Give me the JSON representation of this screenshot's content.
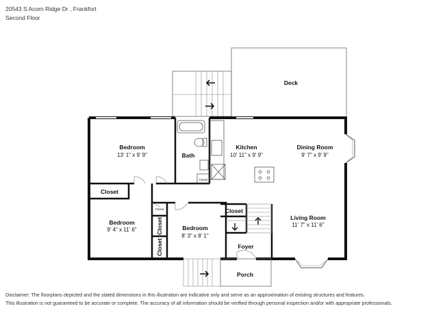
{
  "header": {
    "address": "20543 S Acorn Ridge Dr , Frankfort",
    "floor": "Second Floor"
  },
  "rooms": {
    "deck": {
      "name": "Deck"
    },
    "bedroom1": {
      "name": "Bedroom",
      "dims": "13' 1\" x 9' 9\""
    },
    "bath": {
      "name": "Bath"
    },
    "kitchen": {
      "name": "Kitchen",
      "dims": "10' 11\" x 9' 9\""
    },
    "dining": {
      "name": "Dining Room",
      "dims": "9' 7\" x 9' 9\""
    },
    "closet1": {
      "name": "Closet"
    },
    "closet_small1": {
      "name": "Closet"
    },
    "closet_small2": {
      "name": "Closet"
    },
    "closet_v1": {
      "name": "Closet"
    },
    "closet_v2": {
      "name": "Closet"
    },
    "closet_foyer": {
      "name": "Closet"
    },
    "bedroom2": {
      "name": "Bedroom",
      "dims": "9' 4\" x 11' 6\""
    },
    "bedroom3": {
      "name": "Bedroom",
      "dims": "8' 3\" x 8' 1\""
    },
    "living": {
      "name": "Living Room",
      "dims": "11' 7\" x 11' 6\""
    },
    "foyer": {
      "name": "Foyer"
    },
    "porch": {
      "name": "Porch"
    }
  },
  "disclaimer": {
    "line1": "Disclaimer: The floorplans depicted and the stated dimensions in this illustration are indicative only and serve as an approximation of existing structures and features.",
    "line2": "This illustration is not guaranteed to be accurate or complete. The accuracy of all information should be verified through personal inspection and/or with appropriate professionals."
  }
}
